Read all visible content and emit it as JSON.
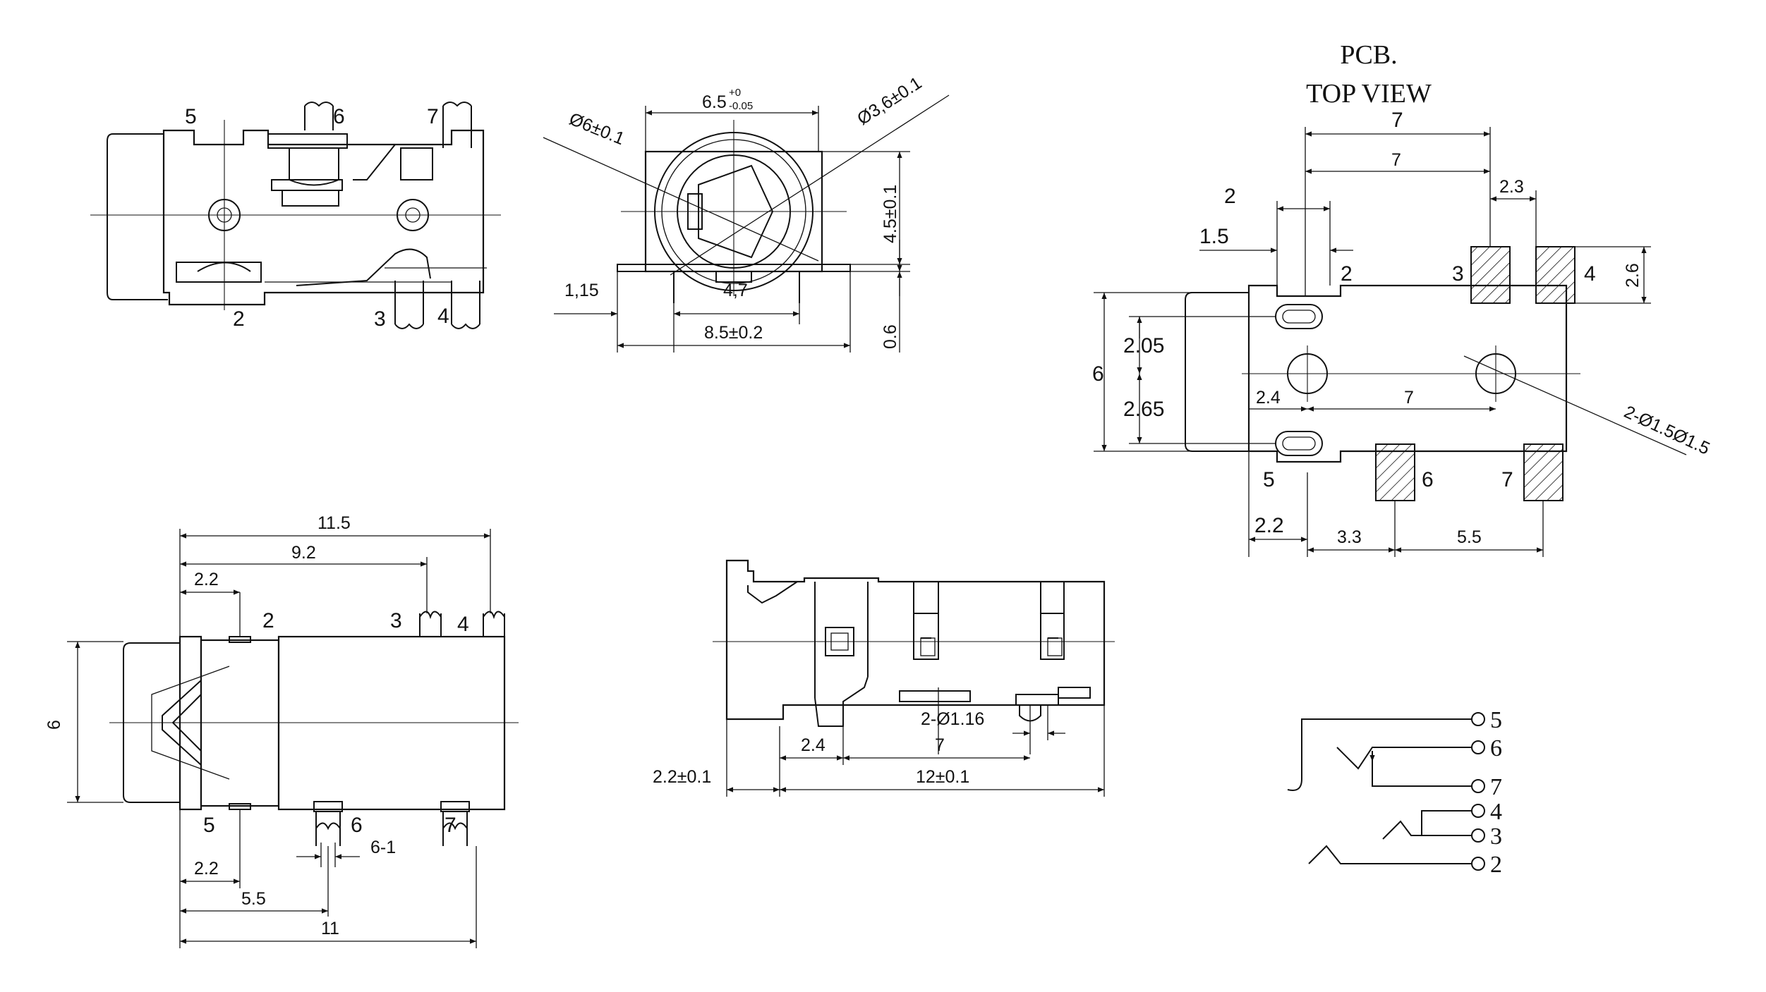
{
  "colors": {
    "line": "#111111",
    "background": "#ffffff"
  },
  "top_view": {
    "title_line1": "PCB.",
    "title_line2": "TOP VIEW",
    "dims": {
      "w7a": "7",
      "w7b": "7",
      "w2_3": "2.3",
      "w2": "2",
      "w1_5": "1.5",
      "h2_6": "2.6",
      "h6": "6",
      "h2_05": "2.05",
      "h2_65": "2.65",
      "w2_4": "2.4",
      "w7c": "7",
      "holes": "2-Ø1.5Ø1.5",
      "w2_2": "2.2",
      "w3_3": "3.3",
      "w5_5": "5.5"
    },
    "pins": {
      "p2": "2",
      "p3": "3",
      "p4": "4",
      "p5": "5",
      "p6": "6",
      "p7": "7"
    }
  },
  "front_view": {
    "dims": {
      "w6_5": "6.5",
      "tol_plus": "+0",
      "tol_minus": "-0.05",
      "d6": "Ø6±0.1",
      "d3_6": "Ø3,6±0.1",
      "h4_5": "4.5±0.1",
      "w1_15": "1,15",
      "w4_7": "4,7",
      "w8_5": "8.5±0.2",
      "h0_6": "0.6"
    }
  },
  "upper_left_view": {
    "pins": {
      "p5": "5",
      "p6": "6",
      "p7": "7",
      "p2": "2",
      "p3": "3",
      "p4": "4"
    }
  },
  "lower_left_view": {
    "dims": {
      "w11_5": "11.5",
      "w9_2": "9.2",
      "w2_2a": "2.2",
      "h6": "6",
      "w6_1": "6-1",
      "w2_2b": "2.2",
      "w5_5": "5.5",
      "w11": "11"
    },
    "pins": {
      "p2": "2",
      "p3": "3",
      "p4": "4",
      "p5": "5",
      "p6": "6",
      "p7": "7"
    }
  },
  "side_view": {
    "dims": {
      "holes": "2-Ø1.16",
      "w2_4": "2.4",
      "w7": "7",
      "w2_2": "2.2±0.1",
      "w12": "12±0.1"
    }
  },
  "schematic": {
    "pins": {
      "p5": "5",
      "p6": "6",
      "p7": "7",
      "p4": "4",
      "p3": "3",
      "p2": "2"
    }
  }
}
